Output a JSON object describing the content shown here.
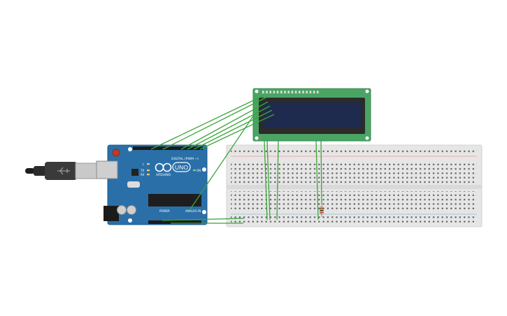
{
  "board": {
    "logo_text": "UNO",
    "brand_text": "ARDUINO",
    "digital_label": "DIGITAL (PWM ~)",
    "power_label": "POWER",
    "analog_label": "ANALOG IN",
    "tx_label": "TX",
    "rx_label": "RX",
    "on_label": "ON",
    "l_label": "L"
  },
  "colors": {
    "workspace": "#ffffff",
    "arduino_board": "#2a6fa8",
    "lcd_pcb": "#4aa564",
    "lcd_screen": "#1e2b4e",
    "breadboard": "#e6e6e6",
    "wire": "#3aa53a",
    "usb_cable": "#3a3a3a"
  },
  "icons": {
    "arduino_logo": "infinity-logo-icon",
    "resistor": "resistor-icon",
    "usb": "usb-plug-icon"
  }
}
